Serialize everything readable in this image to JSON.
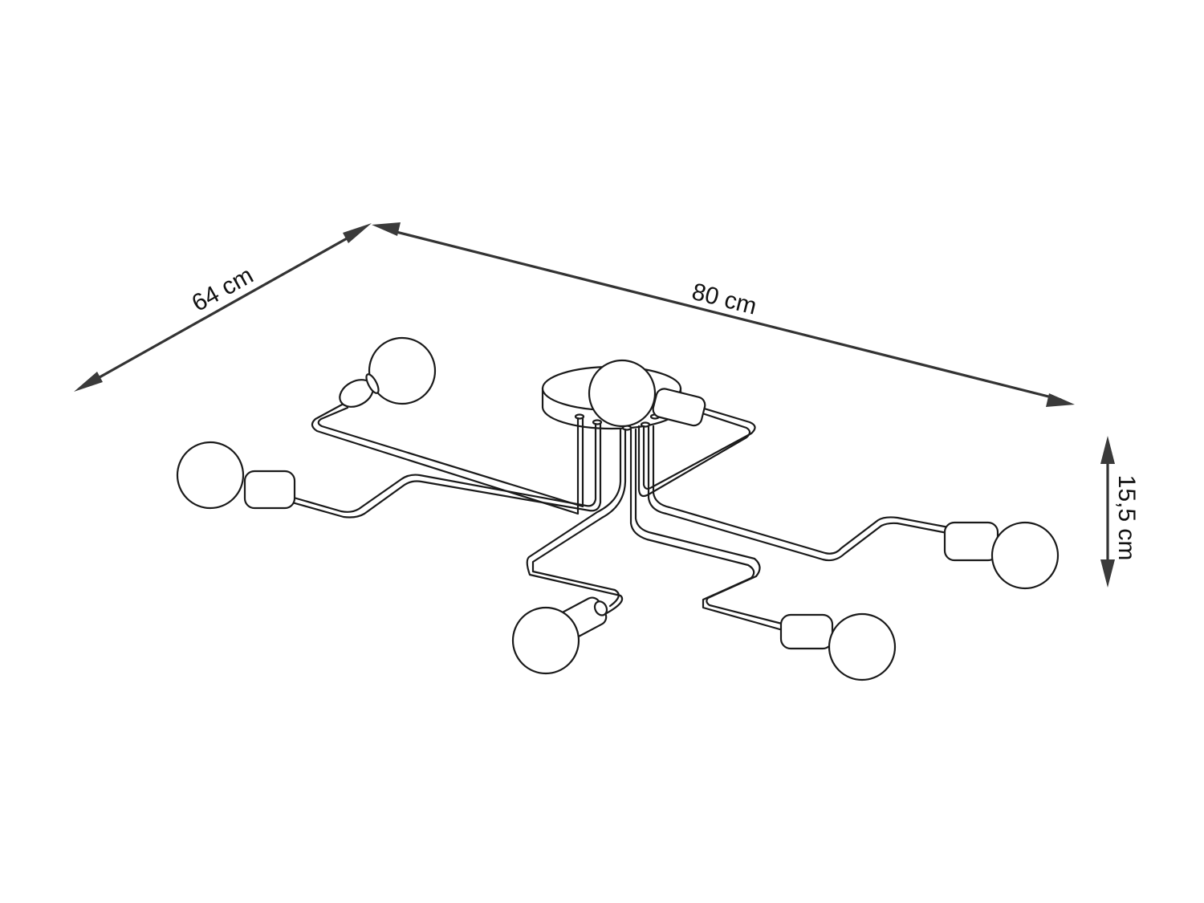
{
  "dimensions": {
    "depth": "64 cm",
    "width": "80 cm",
    "height": "15,5 cm"
  },
  "colors": {
    "line": "#1a1a1a",
    "arrow": "#3a3a3a",
    "background": "#ffffff"
  }
}
